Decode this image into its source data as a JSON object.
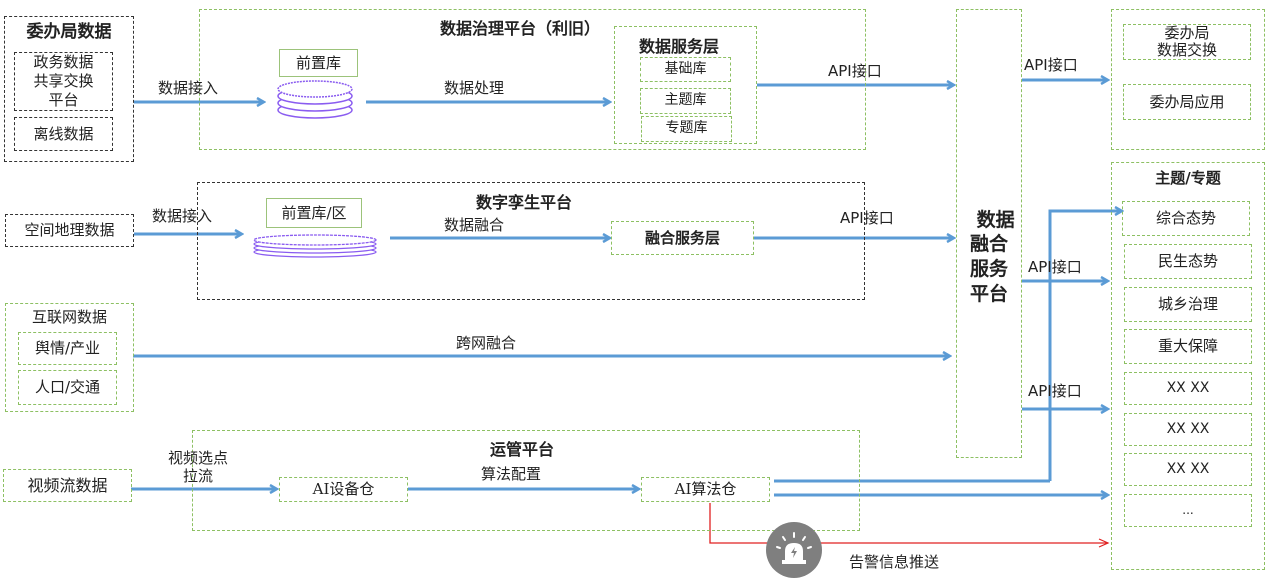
{
  "sources": {
    "wbj": {
      "title": "委办局数据",
      "items": [
        "政务数据\n共享交换\n平台",
        "离线数据"
      ]
    },
    "spatial": {
      "title": "空间地理数据"
    },
    "internet": {
      "title": "互联网数据",
      "items": [
        "舆情/产业",
        "人口/交通"
      ]
    },
    "video": {
      "title": "视频流数据"
    }
  },
  "platforms": {
    "governance": {
      "title": "数据治理平台（利旧）",
      "front_db": "前置库",
      "service_layer": {
        "title": "数据服务层",
        "items": [
          "基础库",
          "主题库",
          "专题库"
        ]
      }
    },
    "twin": {
      "title": "数字孪生平台",
      "front_db": "前置库/区",
      "service_layer": "融合服务层"
    },
    "ops": {
      "title": "运管平台",
      "device": "AI设备仓",
      "algo": "AI算法仓"
    },
    "fusion": {
      "title": "数据\n融合\n服务\n平台"
    }
  },
  "flows": {
    "ingest1": "数据接入",
    "process": "数据处理",
    "api1": "API接口",
    "ingest2": "数据接入",
    "fuse": "数据融合",
    "api2": "API接口",
    "cross_net": "跨网融合",
    "video_pull": "视频选点\n拉流",
    "algo_config": "算法配置",
    "api_out1": "API接口",
    "api_out2": "API接口",
    "api_out3": "API接口",
    "alarm": "告警信息推送"
  },
  "targets": {
    "wbj": {
      "items": [
        "委办局\n数据交换",
        "委办局应用"
      ]
    },
    "topics": {
      "title": "主题/专题",
      "items": [
        "综合态势",
        "民生态势",
        "城乡治理",
        "重大保障",
        "XX XX",
        "XX XX",
        "XX XX",
        "..."
      ]
    }
  },
  "colors": {
    "arrow": "#5b9bd5",
    "alarm_line": "#e02020",
    "green_border": "#8dc063",
    "db_purple": "#8a5cf0",
    "alarm_icon_bg": "#7f7f7f"
  }
}
